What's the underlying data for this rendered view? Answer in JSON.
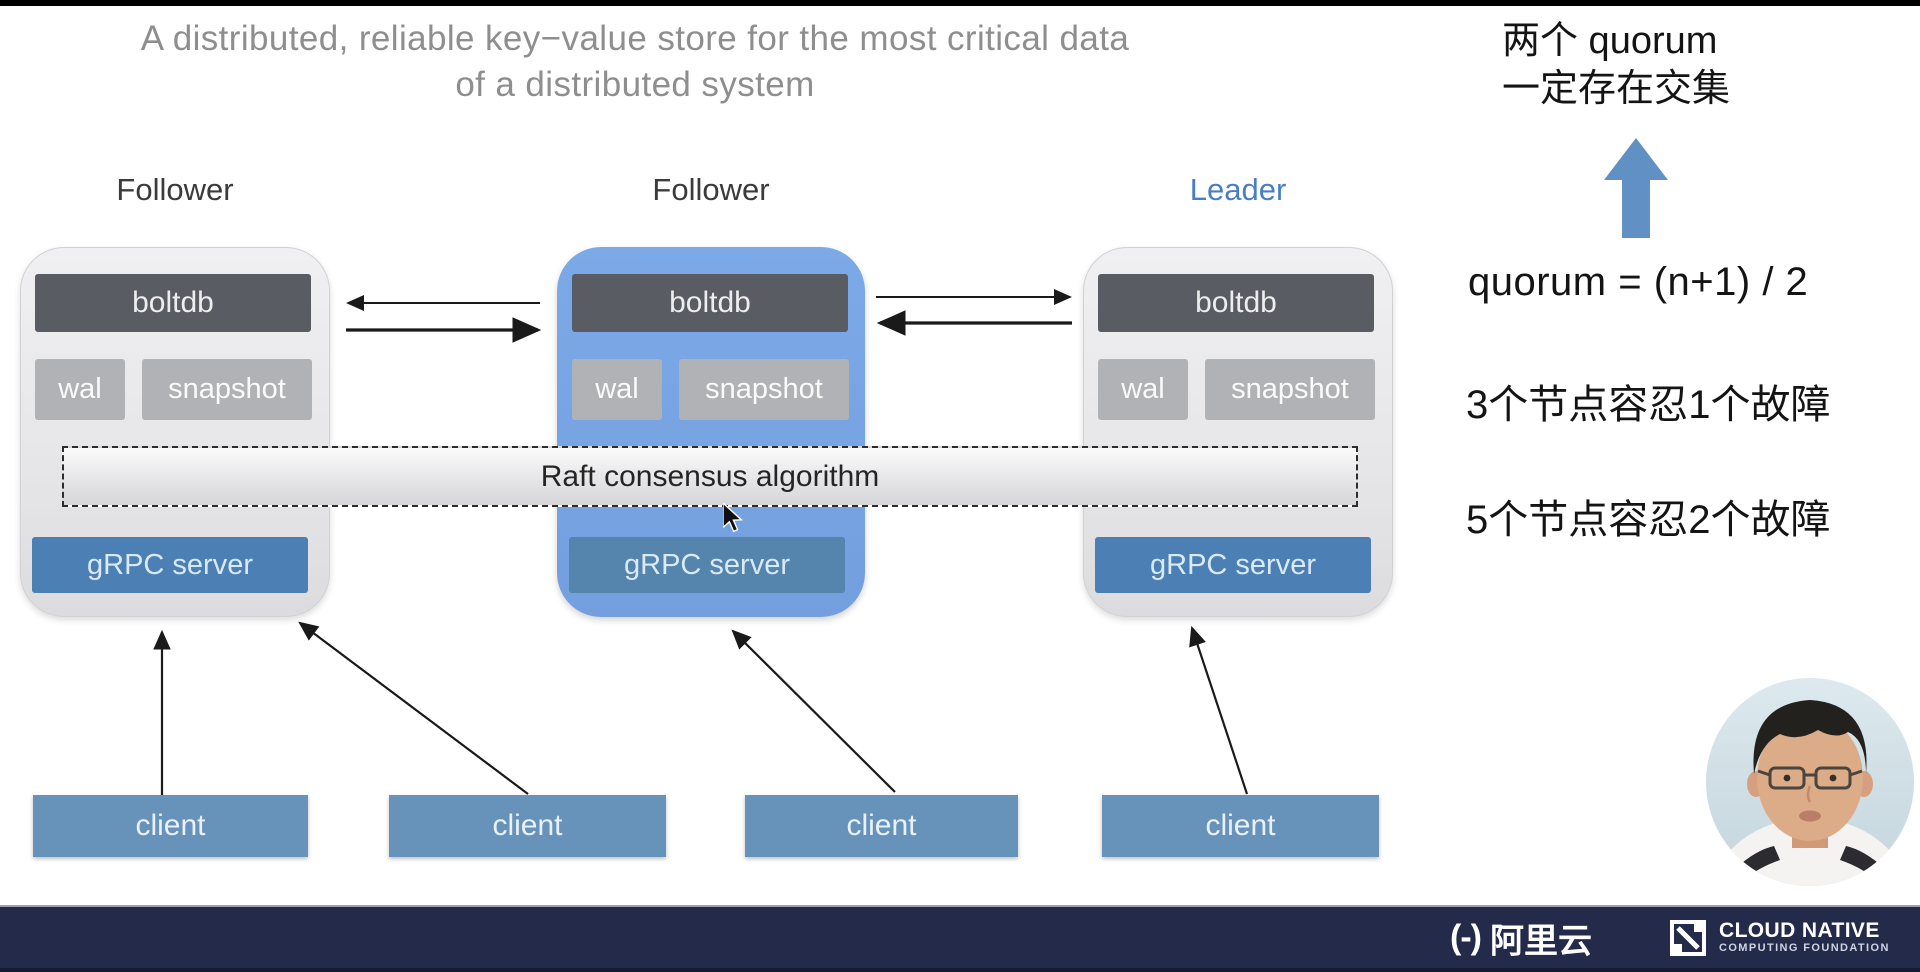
{
  "title": {
    "line1": "A distributed, reliable key−value store for the most critical data",
    "line2": "of a distributed system"
  },
  "nodes": [
    {
      "role": "Follower",
      "boltdb": "boltdb",
      "wal": "wal",
      "snapshot": "snapshot",
      "grpc": "gRPC server"
    },
    {
      "role": "Follower",
      "boltdb": "boltdb",
      "wal": "wal",
      "snapshot": "snapshot",
      "grpc": "gRPC server"
    },
    {
      "role": "Leader",
      "boltdb": "boltdb",
      "wal": "wal",
      "snapshot": "snapshot",
      "grpc": "gRPC server"
    }
  ],
  "raft_band": {
    "label": "Raft consensus algorithm"
  },
  "clients": [
    {
      "label": "client"
    },
    {
      "label": "client"
    },
    {
      "label": "client"
    },
    {
      "label": "client"
    }
  ],
  "right_panel": {
    "intersection_line1": "两个 quorum",
    "intersection_line2": "一定存在交集",
    "formula": "quorum = (n+1) / 2",
    "tolerance_3": "3个节点容忍1个故障",
    "tolerance_5": "5个节点容忍2个故障"
  },
  "footer": {
    "alibaba_mark": "(-)",
    "alibaba_name": "阿里云",
    "cncf_name": "CLOUD NATIVE",
    "cncf_sub": "COMPUTING FOUNDATION"
  },
  "colors": {
    "leader_label": "#4a7ec2",
    "follower_node_blue": "#78a5e3",
    "node_gray": "#e9e9eb",
    "boltdb_bar": "#5a5c63",
    "wal_snapshot": "#b1b2b5",
    "grpc_bar": "#4c80b4",
    "grpc_bar_muted": "#5584ad",
    "client_box": "#6793ba",
    "footer_bar": "#232a4a",
    "quorum_arrow_blue": "#6090c4",
    "title_gray": "#8e8e8e"
  }
}
